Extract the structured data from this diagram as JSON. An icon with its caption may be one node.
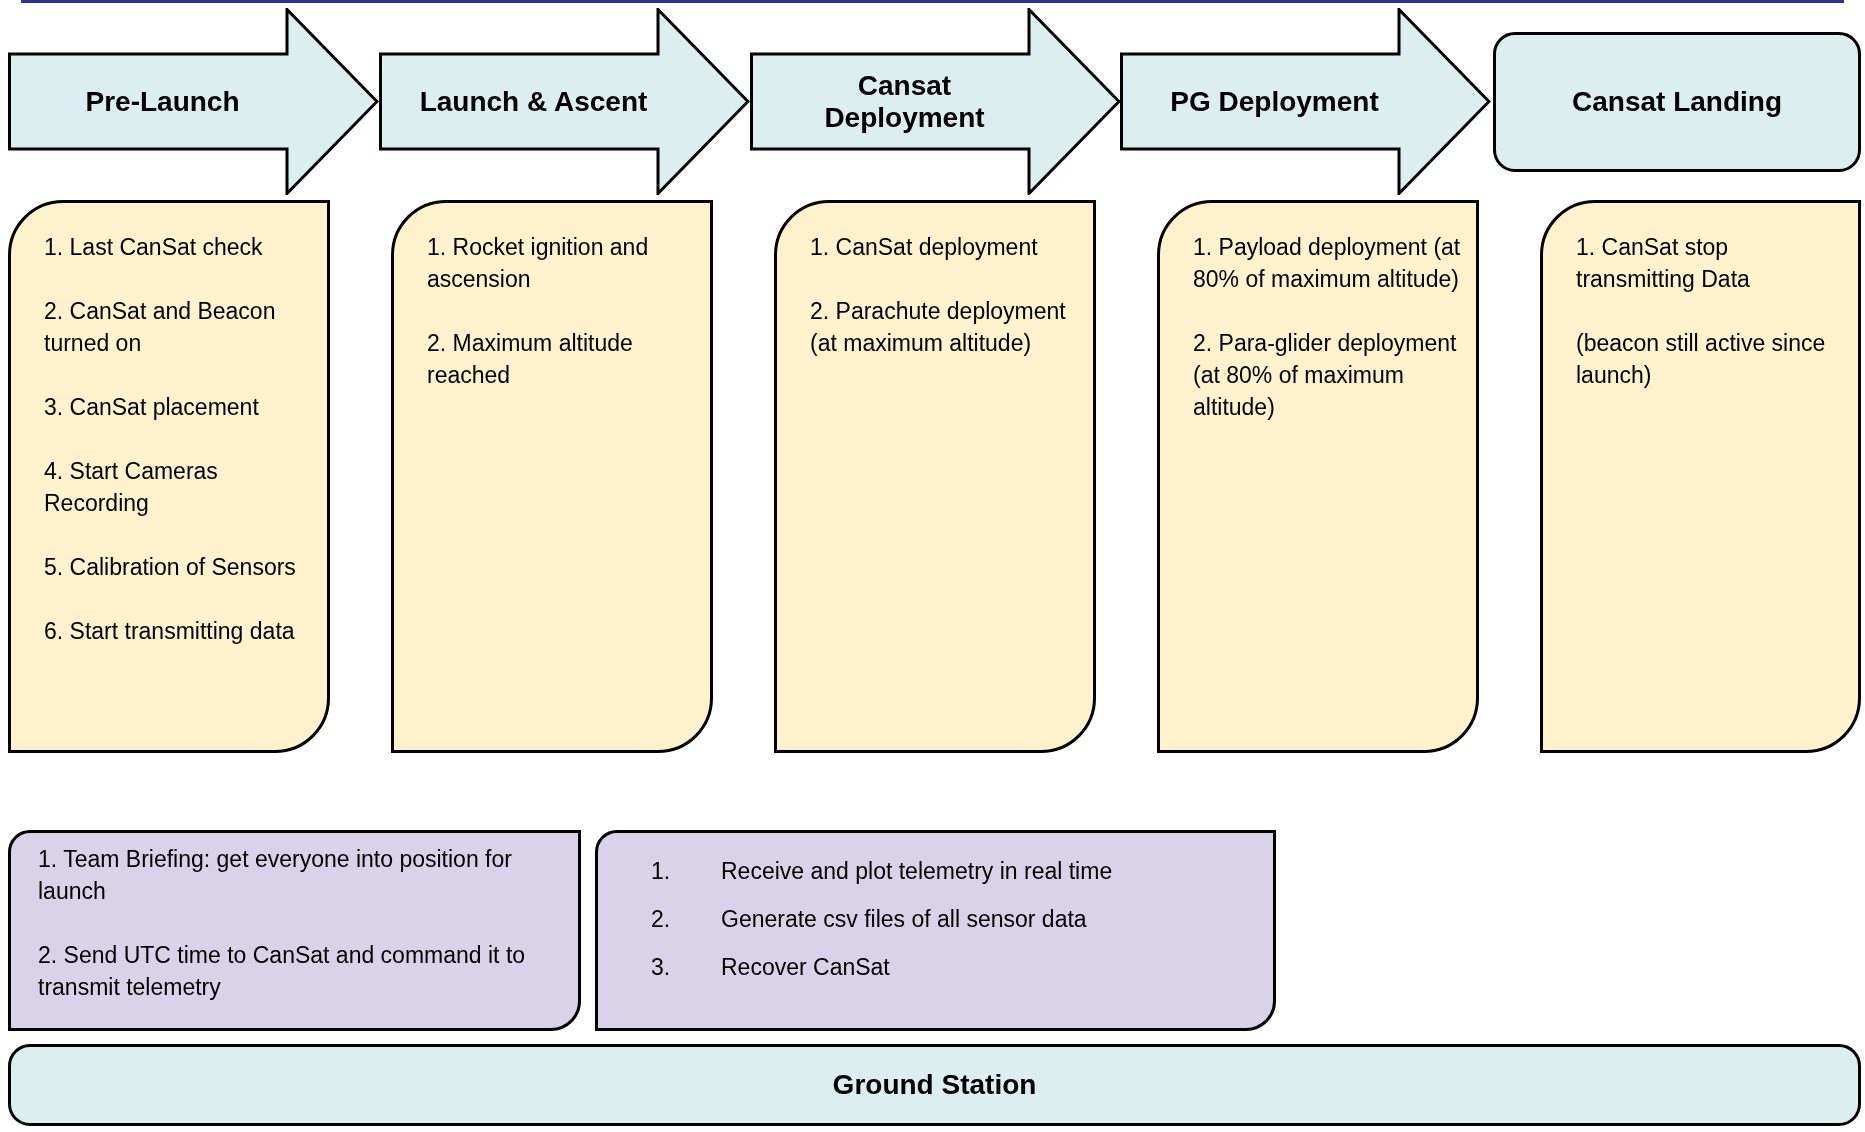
{
  "diagram": {
    "nodes": [
      {
        "text": [
          "Pre-Launch"
        ]
      },
      {
        "text": [
          "Launch & Ascent"
        ]
      },
      {
        "text": [
          "Cansat Deployment"
        ]
      },
      {
        "text": [
          "PG Deployment"
        ]
      },
      {
        "text": [
          "Cansat Landing"
        ]
      },
      {
        "text": [
          "1. Last CanSat check",
          "2. CanSat and Beacon turned on",
          "3. CanSat placement",
          "4. Start Cameras Recording",
          "5. Calibration of Sensors",
          "6. Start transmitting data"
        ]
      },
      {
        "text": [
          "1. Rocket ignition and ascension",
          "2. Maximum altitude reached"
        ]
      },
      {
        "text": [
          "1. CanSat deployment",
          "2. Parachute deployment (at maximum altitude)"
        ]
      },
      {
        "text": [
          "1. Payload deployment (at 80% of maximum altitude)",
          "2. Para-glider deployment (at 80% of maximum altitude)"
        ]
      },
      {
        "text": [
          "1. CanSat stop transmitting Data",
          "(beacon still active since launch)"
        ]
      },
      {
        "text": [
          "1. Team Briefing: get everyone into position for launch",
          "2. Send UTC time to CanSat and command it to transmit telemetry"
        ]
      },
      {
        "text": [
          "1.",
          "Receive and plot telemetry in real time",
          "2.",
          "Generate csv files of all sensor data",
          "3.",
          "Recover CanSat"
        ]
      },
      {
        "text": [
          "Ground Station"
        ]
      }
    ]
  }
}
